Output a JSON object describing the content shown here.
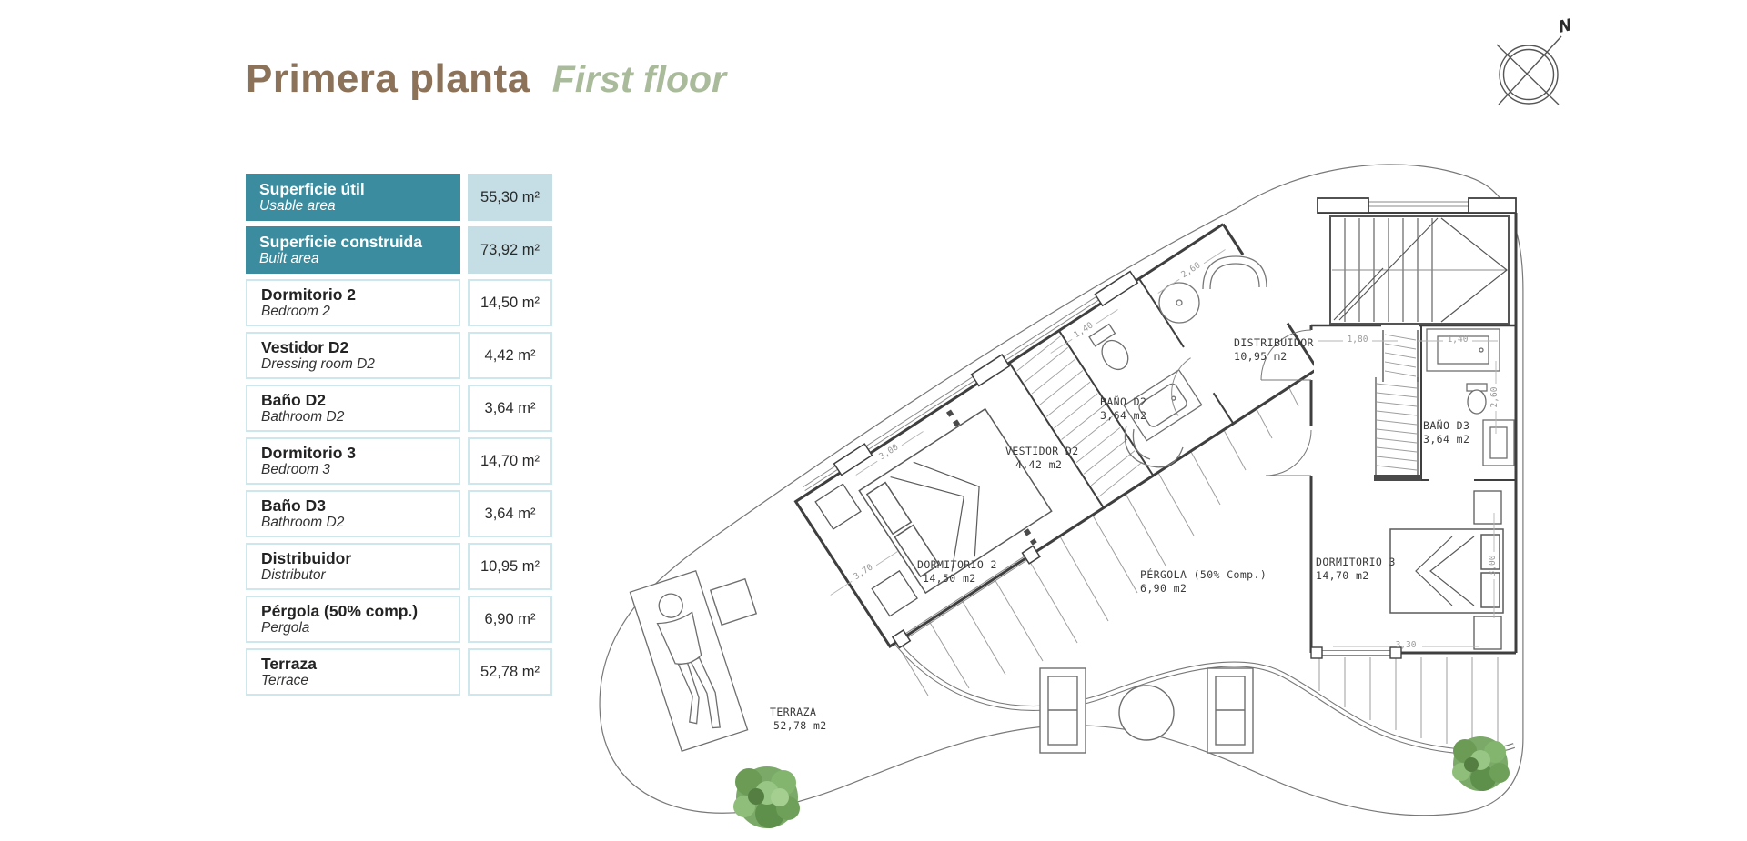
{
  "title": {
    "primary": "Primera planta",
    "secondary": "First floor"
  },
  "legend_table": {
    "rows": [
      {
        "name_es": "Superficie útil",
        "name_en": "Usable area",
        "value": "55,30 m²",
        "highlight": true
      },
      {
        "name_es": "Superficie construida",
        "name_en": "Built area",
        "value": "73,92 m²",
        "highlight": true
      },
      {
        "name_es": "Dormitorio 2",
        "name_en": "Bedroom 2",
        "value": "14,50 m²",
        "highlight": false
      },
      {
        "name_es": "Vestidor D2",
        "name_en": "Dressing room D2",
        "value": "4,42 m²",
        "highlight": false
      },
      {
        "name_es": "Baño D2",
        "name_en": "Bathroom D2",
        "value": "3,64 m²",
        "highlight": false
      },
      {
        "name_es": "Dormitorio 3",
        "name_en": "Bedroom 3",
        "value": "14,70 m²",
        "highlight": false
      },
      {
        "name_es": "Baño D3",
        "name_en": "Bathroom D2",
        "value": "3,64 m²",
        "highlight": false
      },
      {
        "name_es": "Distribuidor",
        "name_en": "Distributor",
        "value": "10,95 m²",
        "highlight": false
      },
      {
        "name_es": "Pérgola (50% comp.)",
        "name_en": "Pergola",
        "value": "6,90 m²",
        "highlight": false
      },
      {
        "name_es": "Terraza",
        "name_en": "Terrace",
        "value": "52,78 m²",
        "highlight": false
      }
    ]
  },
  "plan": {
    "room_labels": [
      {
        "name": "DORMITORIO 2",
        "area": "14,50 m2"
      },
      {
        "name": "VESTIDOR D2",
        "area": "4,42 m2"
      },
      {
        "name": "BAÑO D2",
        "area": "3,64 m2"
      },
      {
        "name": "DISTRIBUIDOR",
        "area": "10,95 m2"
      },
      {
        "name": "BAÑO D3",
        "area": "3,64 m2"
      },
      {
        "name": "DORMITORIO 3",
        "area": "14,70 m2"
      },
      {
        "name": "PÉRGOLA (50% Comp.)",
        "area": "6,90 m2"
      },
      {
        "name": "TERRAZA",
        "area": "52,78 m2"
      }
    ],
    "dimension_labels": [
      {
        "text": "1,40"
      },
      {
        "text": "2,60"
      },
      {
        "text": "3,00"
      },
      {
        "text": "3,70"
      },
      {
        "text": "1,80"
      },
      {
        "text": "1,40"
      },
      {
        "text": "2,60"
      },
      {
        "text": "3,00"
      },
      {
        "text": "3,30"
      }
    ],
    "compass_label": "N"
  },
  "colors": {
    "accent_teal": "#3a8c9e",
    "accent_teal_light": "#c5dee5",
    "row_border": "#cde7ec",
    "title_brown": "#8c7258",
    "title_green": "#a9bb9b",
    "tree_green": "#76a563",
    "wall_line": "#3f3f3f"
  }
}
